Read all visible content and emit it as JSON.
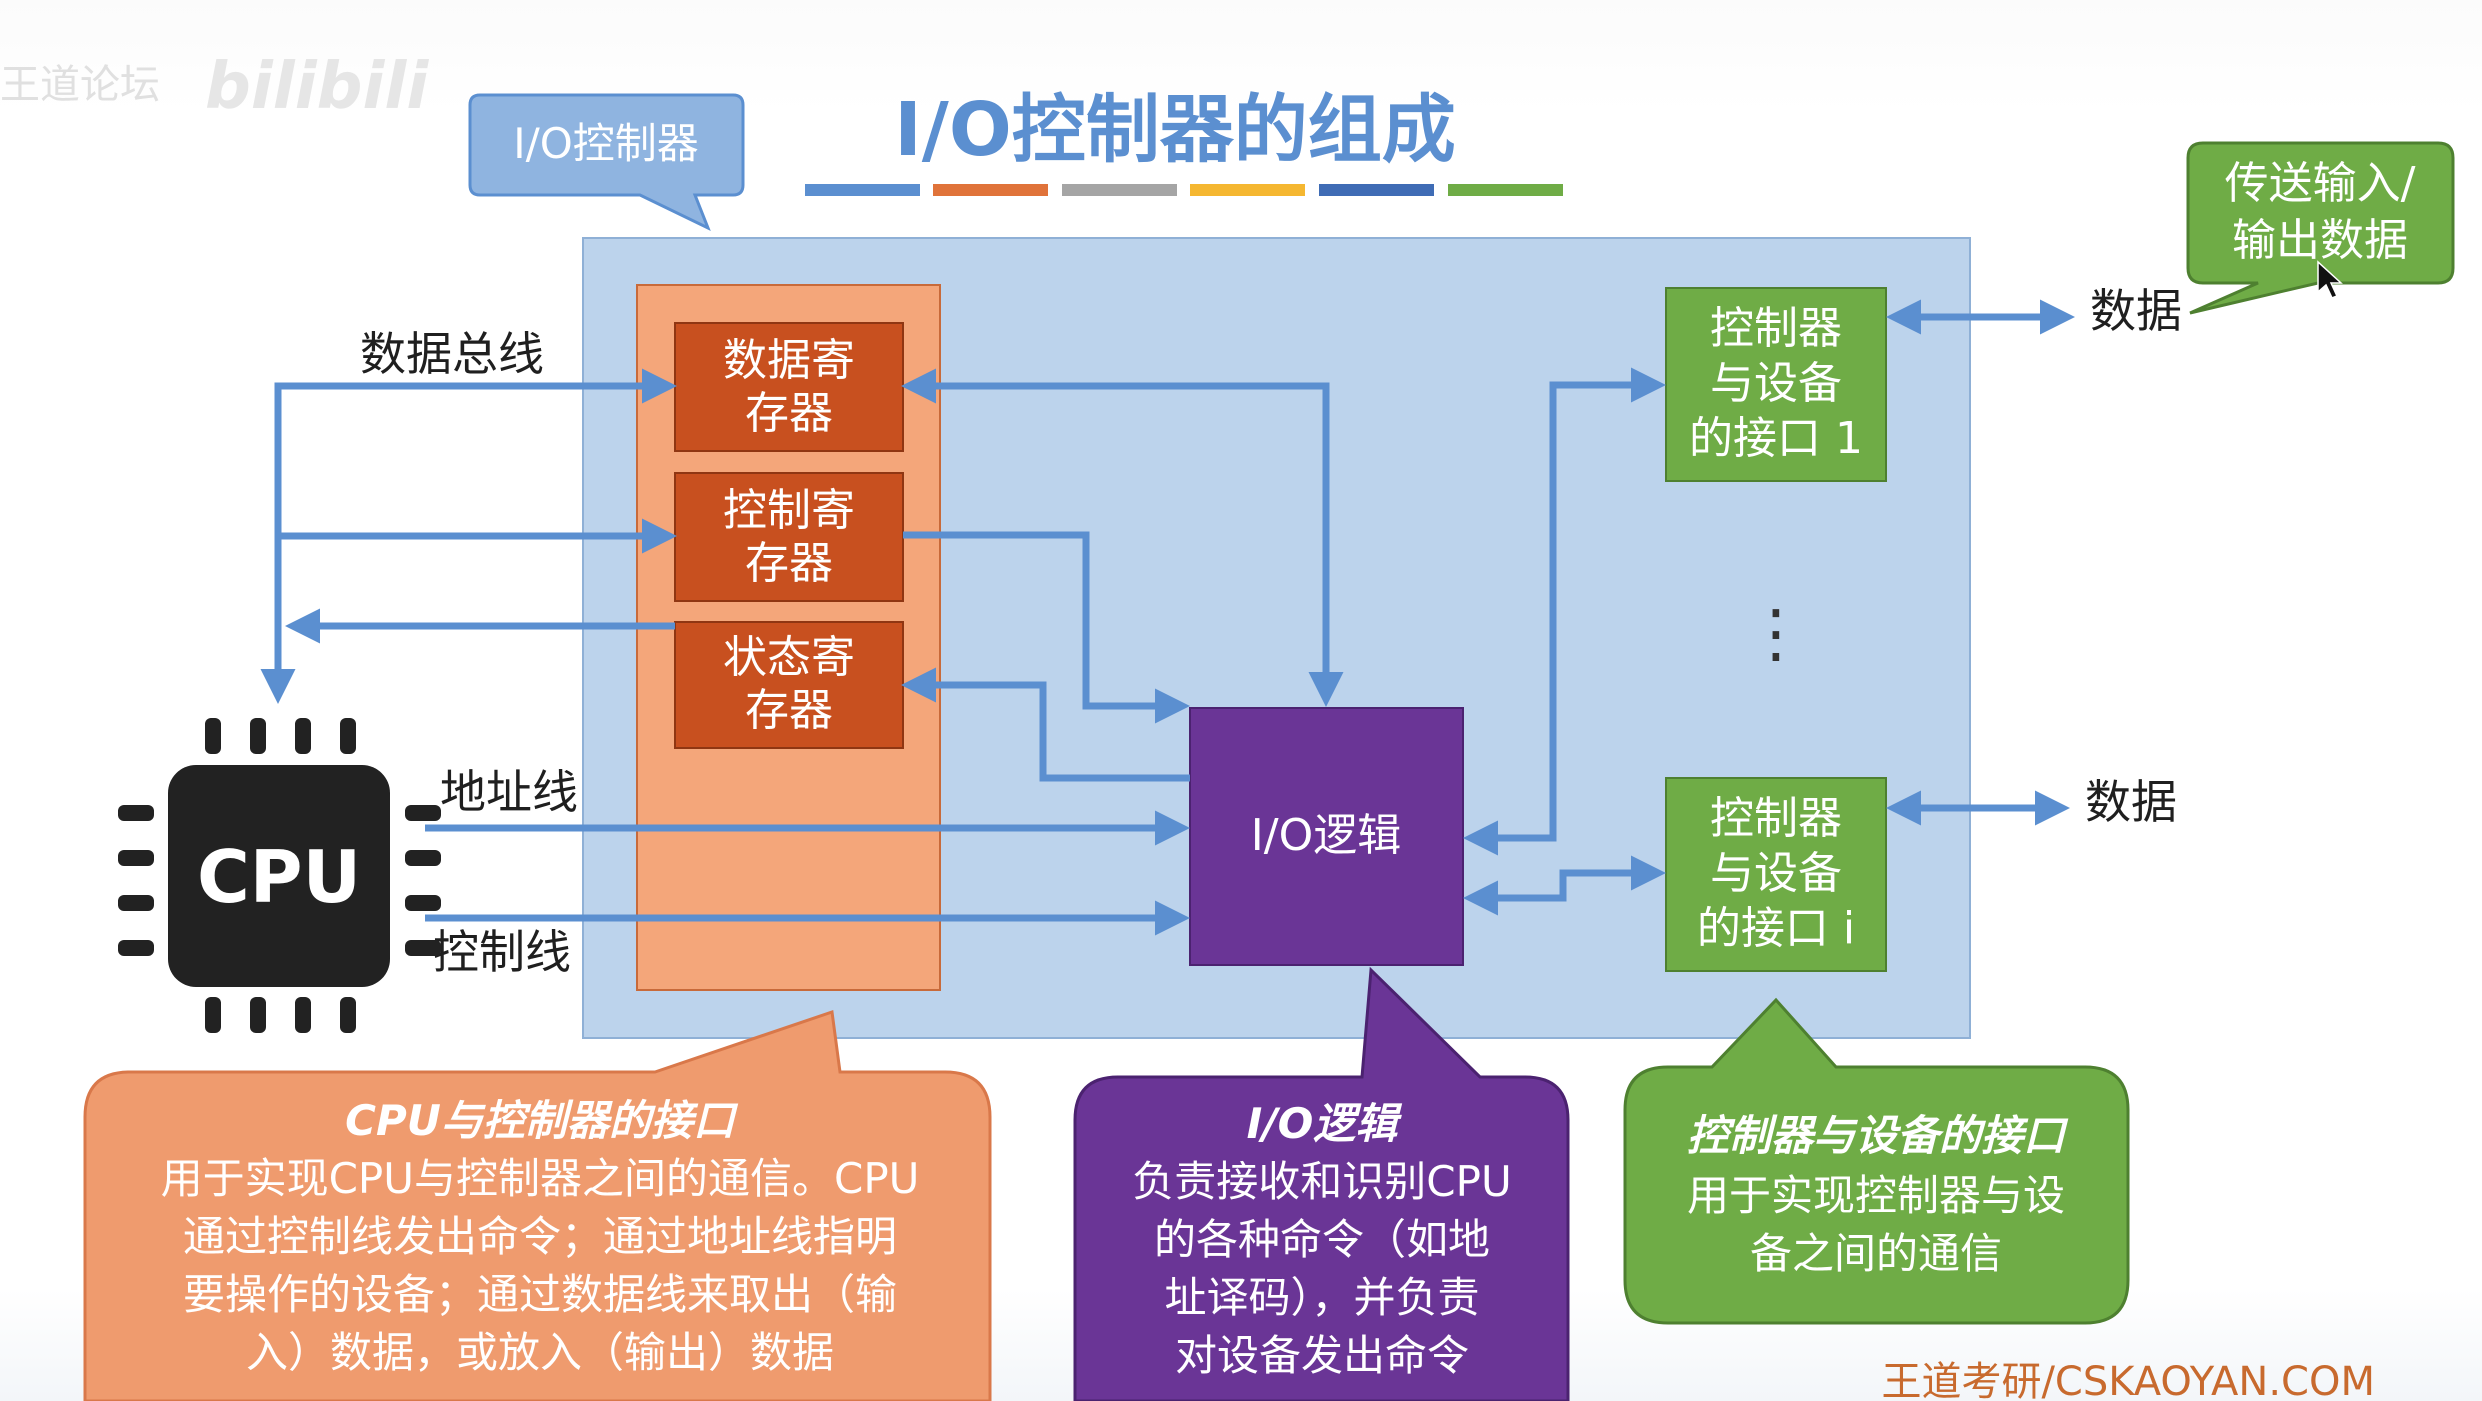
{
  "watermark": {
    "left": "王道论坛",
    "right": "bilibili"
  },
  "title": "I/O控制器的组成",
  "colors": {
    "title": "#5b8fd0",
    "title_bars": [
      "#5b8fd0",
      "#e0733a",
      "#a5a5a5",
      "#f5b731",
      "#3f6cb5",
      "#6fac46"
    ],
    "panel": "#bcd3ec",
    "register_column": "#f4a67a",
    "register_box": "#c8501f",
    "io_logic": "#6a3596",
    "interface_box": "#6fac46",
    "arrow": "#5b8fd0",
    "callout_orange": "#ef9b6e",
    "callout_purple": "#6a3596",
    "callout_green": "#6fac46",
    "cpu_chip": "#222222"
  },
  "callouts": {
    "io_controller": "I/O控制器",
    "transfer_data": [
      "传送输入/",
      "输出数据"
    ]
  },
  "labels": {
    "data_bus": "数据总线",
    "address_line": "地址线",
    "control_line": "控制线",
    "data_1": "数据",
    "data_i": "数据",
    "ellipsis": "⋮"
  },
  "registers": [
    [
      "数据寄",
      "存器"
    ],
    [
      "控制寄",
      "存器"
    ],
    [
      "状态寄",
      "存器"
    ]
  ],
  "io_logic_label": "I/O逻辑",
  "interfaces": [
    [
      "控制器",
      "与设备",
      "的接口 1"
    ],
    [
      "控制器",
      "与设备",
      "的接口 i"
    ]
  ],
  "cpu": {
    "label": "CPU",
    "icon": "cpu-chip-icon"
  },
  "bottom_callouts": {
    "cpu_interface": {
      "title": "CPU与控制器的接口",
      "lines": [
        "用于实现CPU与控制器之间的通信。CPU",
        "通过控制线发出命令；通过地址线指明",
        "要操作的设备；通过数据线来取出（输",
        "入）数据，或放入（输出）数据"
      ]
    },
    "io_logic": {
      "title": "I/O逻辑",
      "lines": [
        "负责接收和识别CPU",
        "的各种命令（如地",
        "址译码），并负责",
        "对设备发出命令"
      ]
    },
    "device_interface": {
      "title": "控制器与设备的接口",
      "lines": [
        "用于实现控制器与设",
        "备之间的通信"
      ]
    }
  },
  "footer": "王道考研/CSKAOYAN.COM"
}
